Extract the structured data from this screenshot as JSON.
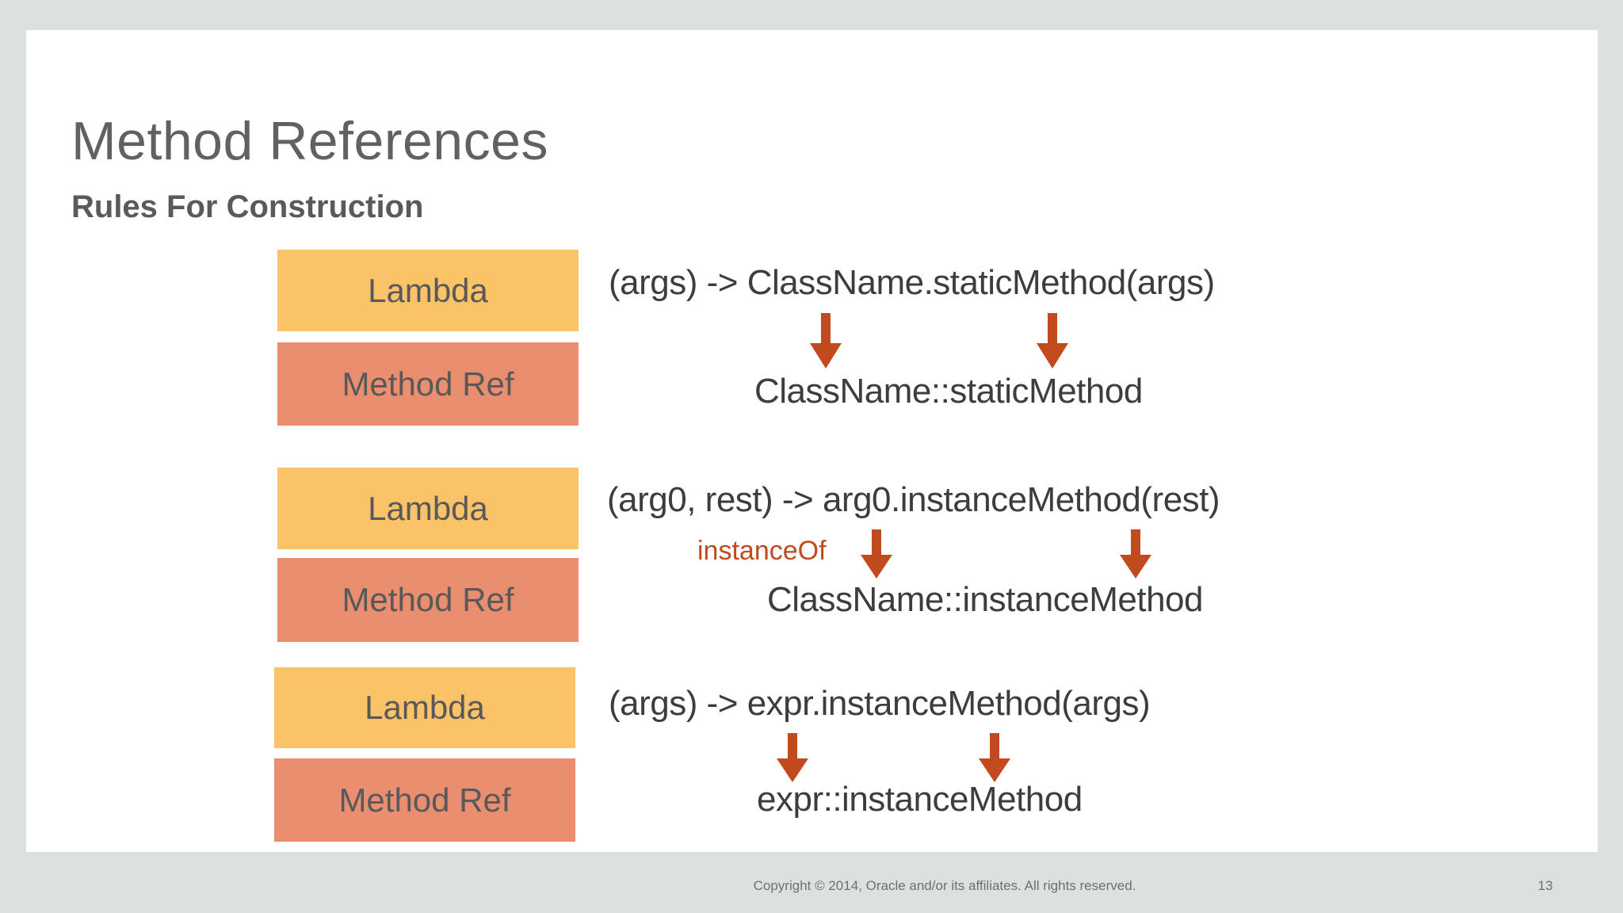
{
  "slide": {
    "title": "Method References",
    "subtitle": "Rules For Construction",
    "rows": [
      {
        "lambda_label": "Lambda",
        "method_ref_label": "Method Ref",
        "lambda_code": "(args) -> ClassName.staticMethod(args)",
        "method_ref_code": "ClassName::staticMethod",
        "annotation": ""
      },
      {
        "lambda_label": "Lambda",
        "method_ref_label": "Method Ref",
        "lambda_code": "(arg0, rest) -> arg0.instanceMethod(rest)",
        "method_ref_code": "ClassName::instanceMethod",
        "annotation": "instanceOf"
      },
      {
        "lambda_label": "Lambda",
        "method_ref_label": "Method Ref",
        "lambda_code": "(args) -> expr.instanceMethod(args)",
        "method_ref_code": "expr::instanceMethod",
        "annotation": ""
      }
    ]
  },
  "footer": {
    "copyright": "Copyright © 2014, Oracle and/or its affiliates. All rights reserved.",
    "page_number": "13"
  },
  "colors": {
    "background": "#dce1de",
    "slide_background": "#ffffff",
    "title_text": "#616161",
    "code_text": "#3d3d3d",
    "box_text": "#595959",
    "lambda_box": "#fbc368",
    "method_ref_box": "#e98e6f",
    "arrow": "#c14a1e",
    "footer_text": "#6f6f6f"
  },
  "icons": {
    "down_arrow": "down-arrow-icon"
  }
}
